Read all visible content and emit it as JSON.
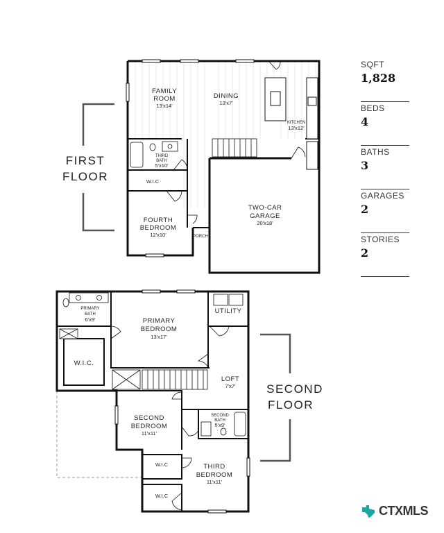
{
  "floors": {
    "first_line1": "FIRST",
    "first_line2": "FLOOR",
    "second_line1": "SECOND",
    "second_line2": "FLOOR"
  },
  "rooms": {
    "family_room": {
      "name1": "FAMILY",
      "name2": "ROOM",
      "dim": "13'x14'"
    },
    "dining": {
      "name": "DINING",
      "dim": "13'x7'"
    },
    "kitchen": {
      "name": "KITCHEN",
      "dim": "13'x12'"
    },
    "third_bath_first": {
      "name1": "THIRD",
      "name2": "BATH",
      "dim": "5'x10'"
    },
    "wic_first": {
      "name": "W.I.C"
    },
    "fourth_bedroom": {
      "name1": "FOURTH",
      "name2": "BEDROOM",
      "dim": "12'x10'"
    },
    "porch": {
      "name": "PORCH"
    },
    "garage": {
      "name1": "TWO-CAR",
      "name2": "GARAGE",
      "dim": "20'x18'"
    },
    "primary_bath": {
      "name1": "PRIMARY",
      "name2": "BATH",
      "dim": "6'x9'"
    },
    "primary_bedroom": {
      "name1": "PRIMARY",
      "name2": "BEDROOM",
      "dim": "13'x17'"
    },
    "utility": {
      "name": "UTILITY"
    },
    "wic_primary": {
      "name": "W.I.C."
    },
    "loft": {
      "name": "LOFT",
      "dim": "7'x7'"
    },
    "second_bedroom": {
      "name1": "SECOND",
      "name2": "BEDROOM",
      "dim": "11'x11'"
    },
    "second_bath": {
      "name1": "SECOND",
      "name2": "BATH",
      "dim": "5'x9'"
    },
    "wic_second": {
      "name": "W.I.C"
    },
    "third_bedroom": {
      "name1": "THIRD",
      "name2": "BEDROOM",
      "dim": "11'x11'"
    },
    "wic_third": {
      "name": "W.I.C"
    }
  },
  "stats": [
    {
      "label": "SQFT",
      "value": "1,828"
    },
    {
      "label": "BEDS",
      "value": "4"
    },
    {
      "label": "BATHS",
      "value": "3"
    },
    {
      "label": "GARAGES",
      "value": "2"
    },
    {
      "label": "STORIES",
      "value": "2"
    }
  ],
  "logo": {
    "text": "CTXMLS",
    "icon": "texas-map-icon",
    "color": "#1aa7a1"
  },
  "colors": {
    "wall": "#111111",
    "floor_line": "#d8d8d8",
    "bracket": "#555555"
  }
}
